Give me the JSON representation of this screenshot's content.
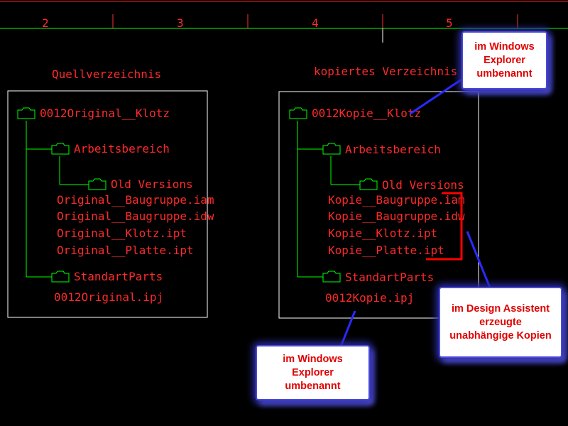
{
  "ruler": {
    "labels": [
      "2",
      "3",
      "4",
      "5"
    ]
  },
  "left": {
    "heading": "Quellverzeichnis",
    "root": "0012Original__Klotz",
    "workspace": "Arbeitsbereich",
    "old_versions": "Old Versions",
    "files": [
      "Original__Baugruppe.iam",
      "Original__Baugruppe.idw",
      "Original__Klotz.ipt",
      "Original__Platte.ipt"
    ],
    "standard_parts": "StandartParts",
    "project_file": "0012Original.ipj"
  },
  "right": {
    "heading": "kopiertes Verzeichnis",
    "root": "0012Kopie__Klotz",
    "workspace": "Arbeitsbereich",
    "old_versions": "Old Versions",
    "files": [
      "Kopie__Baugruppe.iam",
      "Kopie__Baugruppe.idw",
      "Kopie__Klotz.ipt",
      "Kopie__Platte.ipt"
    ],
    "standard_parts": "StandartParts",
    "project_file": "0012Kopie.ipj"
  },
  "callouts": {
    "explorer_top": [
      "im Windows",
      "Explorer",
      "umbenannt"
    ],
    "explorer_bottom": [
      "im Windows",
      "Explorer",
      "umbenannt"
    ],
    "design_assistant": [
      "im Design Assistent",
      "erzeugte",
      "unabhängige Kopien"
    ]
  },
  "colors": {
    "background": "#000000",
    "lines": "#00ff00",
    "text": "#ff2a2a",
    "frame": "#ffffff",
    "bracket": "#ff0000",
    "callout_text": "#e00000",
    "callout_glow": "#3a3aff"
  }
}
